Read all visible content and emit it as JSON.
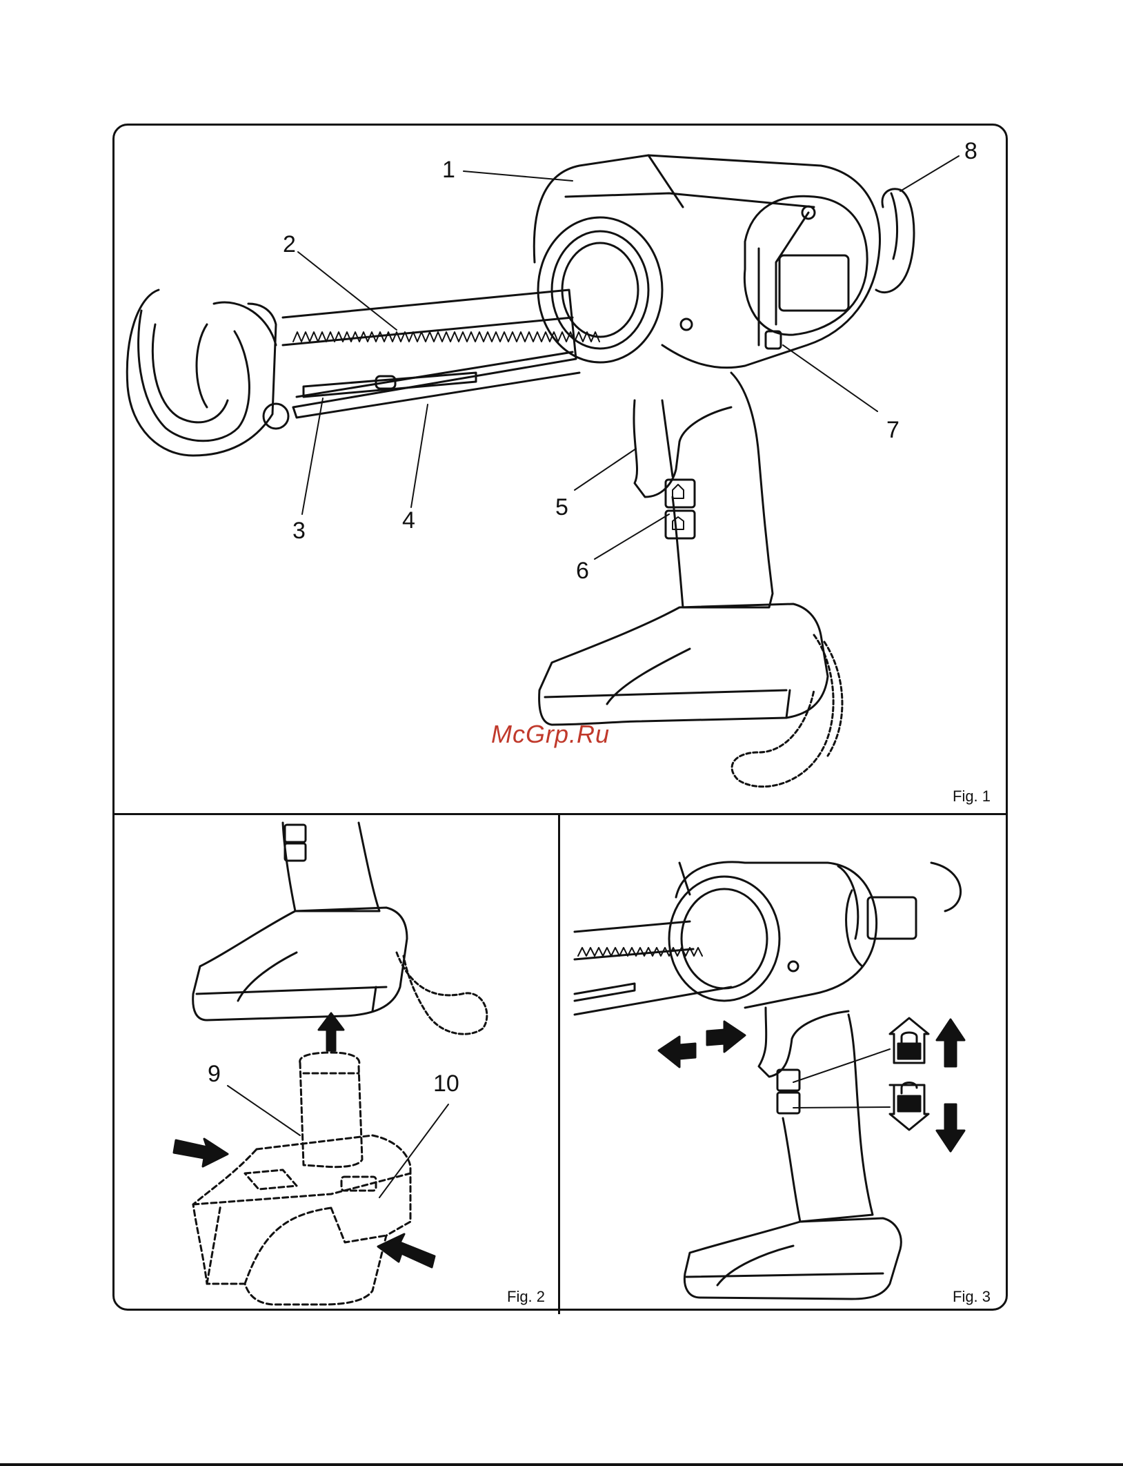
{
  "figures": [
    {
      "id": "fig1",
      "label": "Fig. 1"
    },
    {
      "id": "fig2",
      "label": "Fig. 2"
    },
    {
      "id": "fig3",
      "label": "Fig. 3"
    }
  ],
  "fig1_callouts": [
    "1",
    "2",
    "3",
    "4",
    "5",
    "6",
    "7",
    "8"
  ],
  "fig2_callouts": [
    "9",
    "10"
  ],
  "watermark": "McGrp.Ru",
  "icons": [
    "lock-closed-icon",
    "lock-open-icon",
    "arrow-up-icon",
    "arrow-down-icon",
    "arrow-left-icon",
    "arrow-right-icon"
  ]
}
